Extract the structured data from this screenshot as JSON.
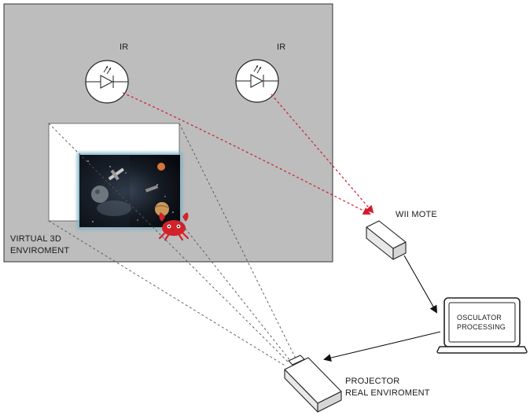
{
  "ir_labels": [
    "IR",
    "IR"
  ],
  "virtual_env_label": [
    "VIRTUAL 3D",
    "ENVIROMENT"
  ],
  "wiimote_label": "WII MOTE",
  "laptop_screen_label": [
    "OSCULATOR",
    "PROCESSING"
  ],
  "projector_label": [
    "PROJECTOR",
    "REAL ENVIROMENT"
  ],
  "colors": {
    "room_wall": "#bdbdbd",
    "ir_signal": "#d01c2a",
    "projection_lines": "#555555",
    "crab": "#d2232a"
  },
  "icons": [
    "infrared-led-icon",
    "wiimote-icon",
    "laptop-icon",
    "projector-icon",
    "space-scene-image",
    "crab-icon"
  ]
}
